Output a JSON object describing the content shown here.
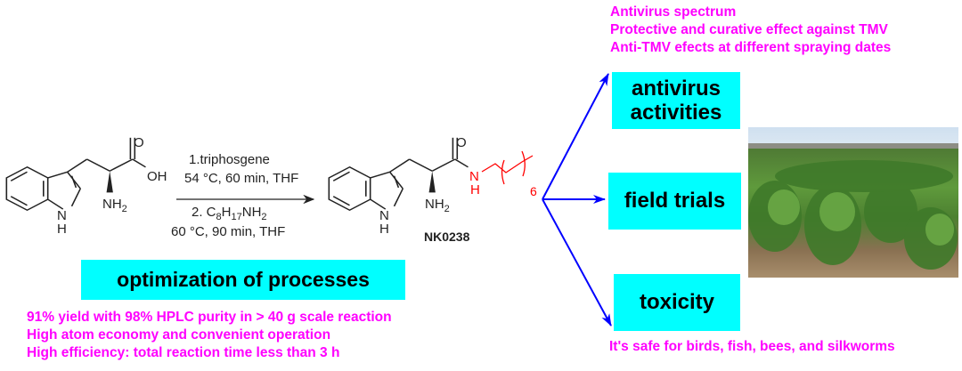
{
  "reaction": {
    "reactant_labels": {
      "o": "O",
      "oh": "OH",
      "n": "N",
      "h": "H",
      "nh2_main": "NH",
      "nh2_sub": "2"
    },
    "conditions": {
      "step1_reagent": "1.triphosgene",
      "step1_conditions": "54 °C, 60 min, THF",
      "step2_reagent": [
        {
          "text": "2. C"
        },
        {
          "text": "8",
          "sub": true
        },
        {
          "text": "H"
        },
        {
          "text": "17",
          "sub": true
        },
        {
          "text": "NH"
        },
        {
          "text": "2",
          "sub": true
        }
      ],
      "step2_conditions": "60 °C, 90 min, THF"
    },
    "product_labels": {
      "o": "O",
      "n": "N",
      "h": "H",
      "nh2_main": "NH",
      "nh2_sub": "2",
      "amide_n": "N",
      "amide_h": "H",
      "repeat": "6"
    },
    "product_name": "NK0238"
  },
  "optimization": {
    "title": "optimization of processes",
    "points": [
      "91% yield with 98% HPLC purity in > 40 g scale reaction",
      "High atom economy and convenient operation",
      "High efficiency: total reaction time less than 3 h"
    ]
  },
  "antivirus": {
    "title_line1": "antivirus",
    "title_line2": "activities",
    "points": [
      "Antivirus spectrum",
      "Protective and curative effect against TMV",
      "Anti-TMV efects at different spraying dates"
    ]
  },
  "field_trials": {
    "title": "field trials"
  },
  "toxicity": {
    "title": "toxicity",
    "note": "It's safe for birds, fish, bees, and silkworms"
  },
  "colors": {
    "highlight_box": "#00ffff",
    "note_text": "#ff00ff",
    "arrow": "#0000ff",
    "chain": "#ff0000"
  }
}
